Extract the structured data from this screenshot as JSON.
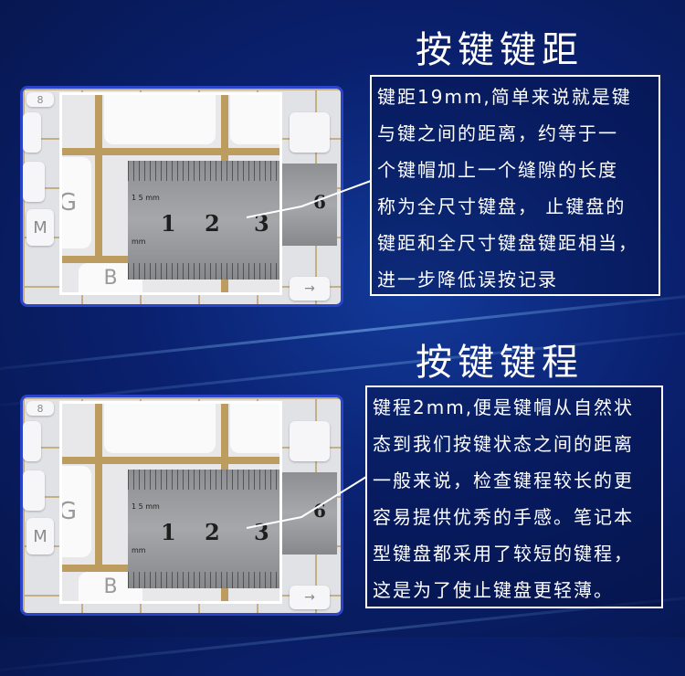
{
  "section1": {
    "heading": "按键键距",
    "lines": [
      "键距19mm,简单来说就是键",
      "与键之间的距离，约等于一",
      "个键帽加上一个缝隙的长度",
      "称为全尺寸键盘， 止键盘的",
      "键距和全尺寸键盘键距相当，",
      "进一步降低误按记录"
    ]
  },
  "section2": {
    "heading": "按键键程",
    "lines": [
      "键程2mm,便是键帽从自然状",
      "态到我们按键状态之间的距离",
      "一般来说，检查键程较长的更",
      "容易提供优秀的手感。笔记本",
      "型键盘都采用了较短的键程，",
      "这是为了使止键盘更轻薄。"
    ]
  },
  "photo": {
    "key_labels": [
      "8",
      "G",
      "M",
      "B"
    ],
    "ruler_numbers": [
      "1",
      "2",
      "3"
    ],
    "ruler_unit": "mm",
    "ruler_scale": "1 5 mm",
    "next_digit": "6"
  },
  "colors": {
    "accent_border": "#2a45c8",
    "text": "#ffffff",
    "background": "#0a2170"
  }
}
